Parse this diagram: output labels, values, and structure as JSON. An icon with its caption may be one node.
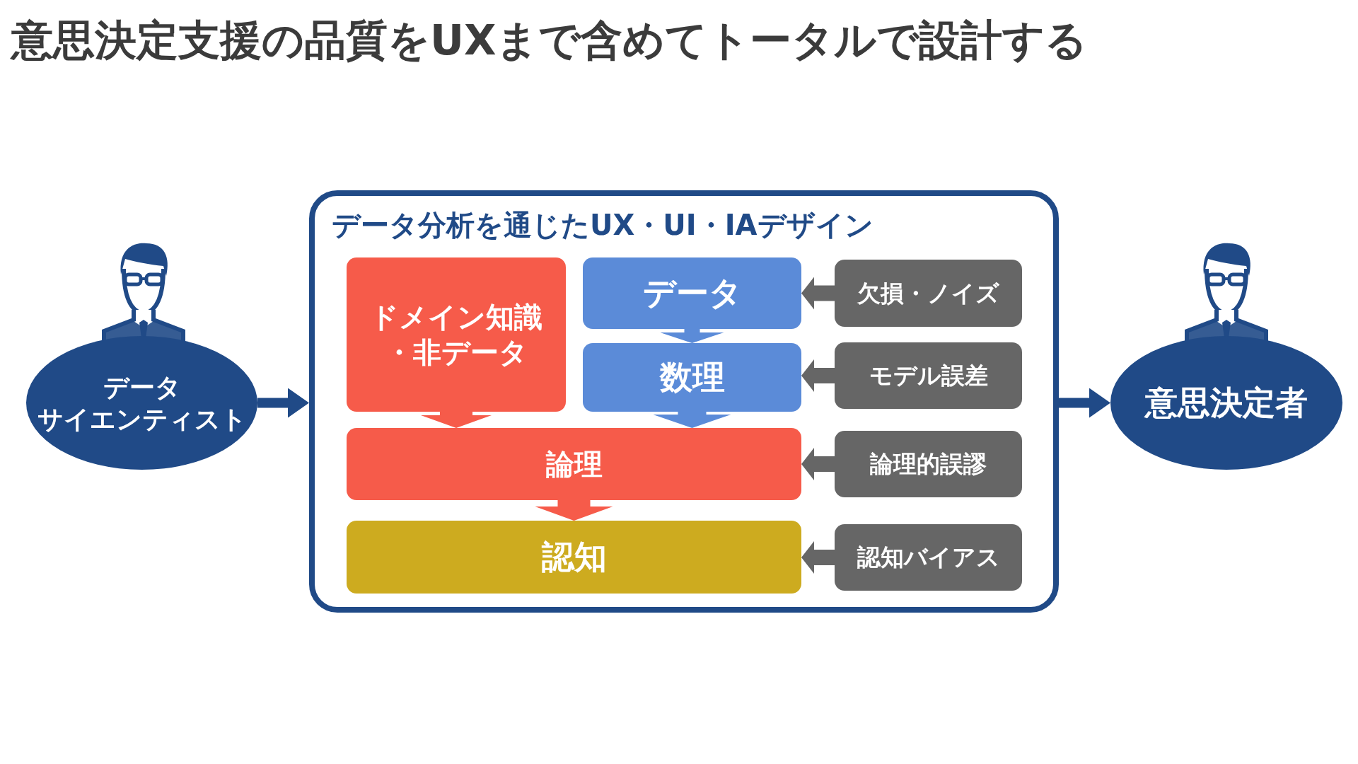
{
  "diagram": {
    "title": "意思決定支援の品質をUXまで含めてトータルで設計する",
    "nodes": [
      {
        "text": [
          "データ",
          "サイエンティスト"
        ]
      },
      {
        "text": [
          "データ分析を通じたUX・UI・IAデザイン"
        ]
      },
      {
        "text": [
          "ドメイン知識・非データ"
        ],
        "in": 1
      },
      {
        "text": [
          "データ"
        ],
        "in": 1
      },
      {
        "text": [
          "数理"
        ],
        "in": 1
      },
      {
        "text": [
          "論理"
        ],
        "in": 1
      },
      {
        "text": [
          "認知"
        ],
        "in": 1
      },
      {
        "text": [
          "欠損・ノイズ"
        ],
        "in": 1
      },
      {
        "text": [
          "モデル誤差"
        ],
        "in": 1
      },
      {
        "text": [
          "論理的誤謬"
        ],
        "in": 1
      },
      {
        "text": [
          "認知バイアス"
        ],
        "in": 1
      },
      {
        "text": [
          "意思決定者"
        ]
      }
    ],
    "edges": [
      {
        "from": 0,
        "to": 1,
        "arrow": "to",
        "color": "#204a87"
      },
      {
        "from": 1,
        "to": 11,
        "arrow": "to",
        "color": "#204a87"
      },
      {
        "from": 3,
        "to": 4,
        "arrow": "to",
        "color": "#5b8bd8"
      },
      {
        "from": 2,
        "to": 5,
        "arrow": "to",
        "style": "thick",
        "color": "#f65b4a"
      },
      {
        "from": 4,
        "to": 5,
        "arrow": "to",
        "style": "thick",
        "color": "#5b8bd8"
      },
      {
        "from": 5,
        "to": 6,
        "arrow": "to",
        "style": "thick",
        "color": "#f65b4a"
      },
      {
        "from": 7,
        "to": 3,
        "arrow": "to"
      },
      {
        "from": 8,
        "to": 4,
        "arrow": "to"
      },
      {
        "from": 9,
        "to": 5,
        "arrow": "to"
      },
      {
        "from": 10,
        "to": 6,
        "arrow": "to"
      }
    ]
  }
}
